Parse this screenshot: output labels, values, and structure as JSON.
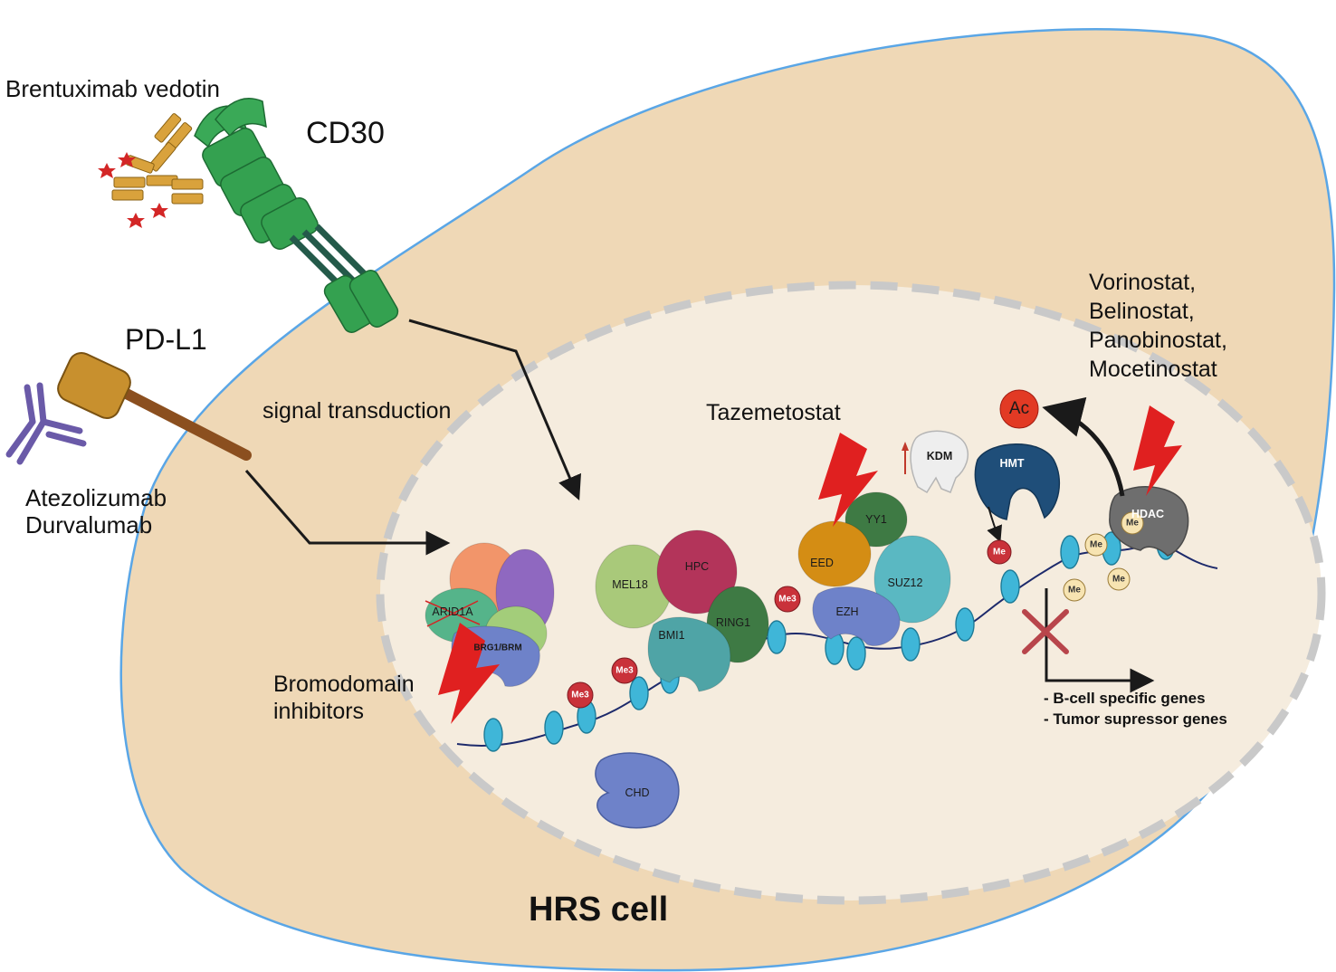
{
  "labels": {
    "brentuximab": "Brentuximab vedotin",
    "cd30": "CD30",
    "pdl1": "PD-L1",
    "atezolizumab": "Atezolizumab",
    "durvalumab": "Durvalumab",
    "signal": "signal transduction",
    "tazemetostat": "Tazemetostat",
    "hdac_drugs": [
      "Vorinostat,",
      "Belinostat,",
      "Panobinostat,",
      "Mocetinostat"
    ],
    "bromodomain": [
      "Bromodomain",
      "inhibitors"
    ],
    "hrs": "HRS cell",
    "genes": [
      "- B-cell specific genes",
      "- Tumor supressor genes"
    ]
  },
  "proteins": {
    "arid1a": "ARID1A",
    "brg1": "BRG1/BRM",
    "mel18": "MEL18",
    "hpc": "HPC",
    "bmi1": "BMI1",
    "ring1": "RING1",
    "eed": "EED",
    "yy1": "YY1",
    "suz12": "SUZ12",
    "ezh": "EZH",
    "kdm": "KDM",
    "hmt": "HMT",
    "hdac": "HDAC",
    "chd": "CHD"
  },
  "marks": {
    "me3": "Me3",
    "me": "Me",
    "ac": "Ac"
  },
  "colors": {
    "cell": "#efd8b6",
    "cell_border": "#5aa6e6",
    "nucleus": "#f5ecde",
    "nucleus_border": "#c9c9c9",
    "bolt": "#e02020",
    "cd30": "#2e9a48",
    "antibody_gold": "#d9a23c",
    "pdl1": "#c8902e",
    "pdl1_stalk": "#8b4f1f",
    "antibody_purple": "#6a5aa8",
    "nucleosome": "#3fb6d8",
    "hmt": "#1f4e79",
    "hdac": "#6e6e6e"
  }
}
